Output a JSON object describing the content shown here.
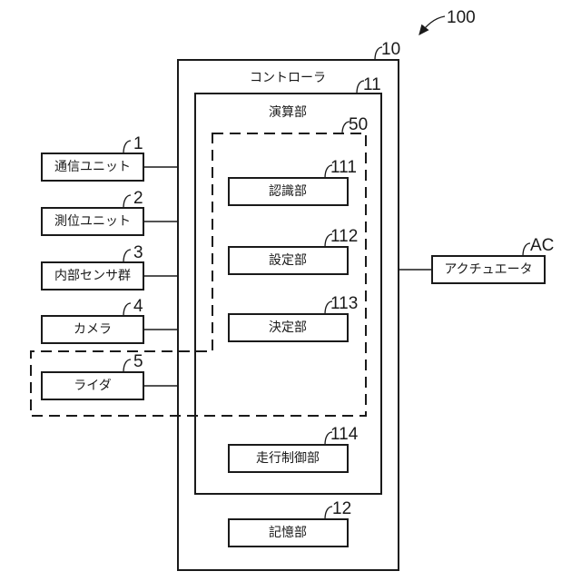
{
  "figure": {
    "reference": "100",
    "controller": {
      "ref": "10",
      "label": "コントローラ"
    },
    "processor": {
      "ref": "11",
      "label": "演算部"
    },
    "group": {
      "ref": "50"
    },
    "memory": {
      "ref": "12",
      "label": "記憶部"
    },
    "actuator": {
      "ref": "AC",
      "label": "アクチュエータ"
    },
    "inputs": [
      {
        "ref": "1",
        "label": "通信ユニット"
      },
      {
        "ref": "2",
        "label": "測位ユニット"
      },
      {
        "ref": "3",
        "label": "内部センサ群"
      },
      {
        "ref": "4",
        "label": "カメラ"
      },
      {
        "ref": "5",
        "label": "ライダ"
      }
    ],
    "units": [
      {
        "ref": "111",
        "label": "認識部"
      },
      {
        "ref": "112",
        "label": "設定部"
      },
      {
        "ref": "113",
        "label": "決定部"
      },
      {
        "ref": "114",
        "label": "走行制御部"
      }
    ]
  }
}
